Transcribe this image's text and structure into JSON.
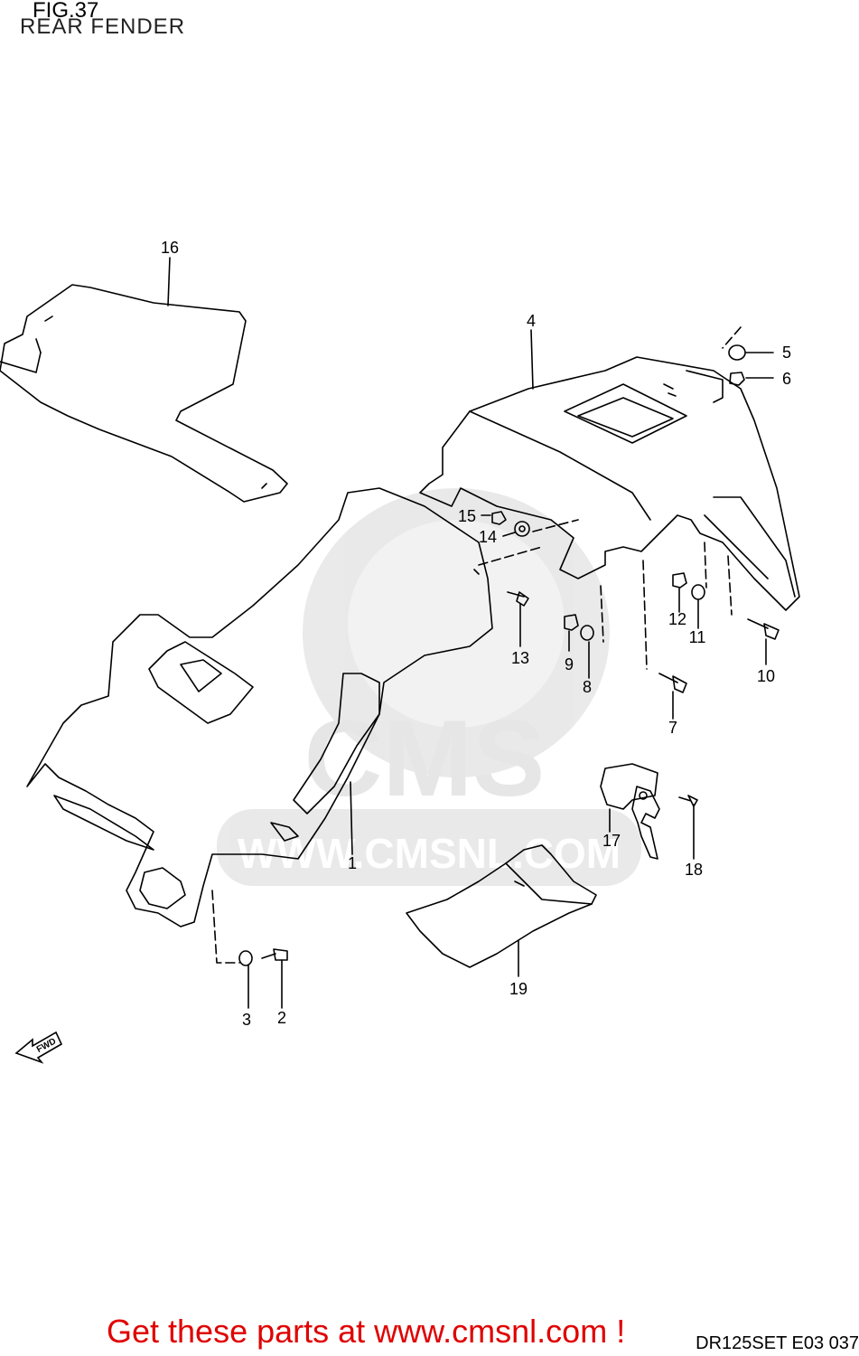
{
  "figure": {
    "title": "FIG.37",
    "subtitle": "REAR FENDER"
  },
  "watermark": {
    "brand": "CMS",
    "url": "WWW.CMSNL.COM"
  },
  "parts": [
    {
      "id": "1",
      "label": "1"
    },
    {
      "id": "2",
      "label": "2"
    },
    {
      "id": "3",
      "label": "3"
    },
    {
      "id": "4",
      "label": "4"
    },
    {
      "id": "5",
      "label": "5"
    },
    {
      "id": "6",
      "label": "6"
    },
    {
      "id": "7",
      "label": "7"
    },
    {
      "id": "8",
      "label": "8"
    },
    {
      "id": "9",
      "label": "9"
    },
    {
      "id": "10",
      "label": "10"
    },
    {
      "id": "11",
      "label": "11"
    },
    {
      "id": "12",
      "label": "12"
    },
    {
      "id": "13",
      "label": "13"
    },
    {
      "id": "14",
      "label": "14"
    },
    {
      "id": "15",
      "label": "15"
    },
    {
      "id": "16",
      "label": "16"
    },
    {
      "id": "17",
      "label": "17"
    },
    {
      "id": "18",
      "label": "18"
    },
    {
      "id": "19",
      "label": "19"
    }
  ],
  "fwd_label": "FWD",
  "footer": {
    "link_text": "Get these parts at www.cmsnl.com !",
    "model_code": "DR125SET E03  037"
  }
}
